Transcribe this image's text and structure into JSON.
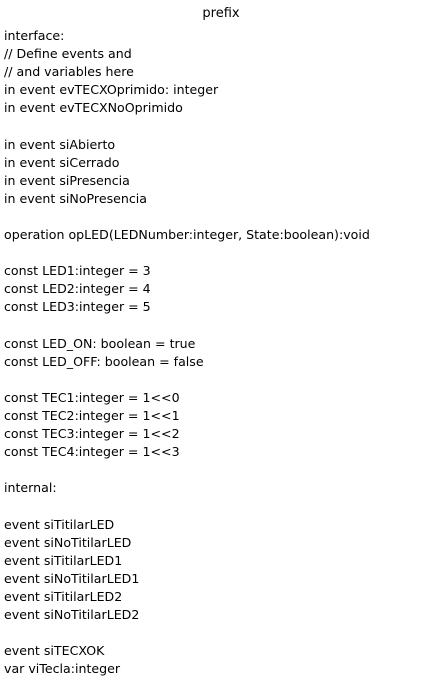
{
  "title": "prefix",
  "lines": [
    "interface:",
    "// Define events and",
    "// and variables here",
    "in event evTECXOprimido: integer",
    "in event evTECXNoOprimido",
    "",
    "in event siAbierto",
    "in event siCerrado",
    "in event siPresencia",
    "in event siNoPresencia",
    "",
    "operation opLED(LEDNumber:integer, State:boolean):void",
    "",
    "const LED1:integer = 3",
    "const LED2:integer = 4",
    "const LED3:integer = 5",
    "",
    "const LED_ON: boolean = true",
    "const LED_OFF: boolean = false",
    "",
    "const TEC1:integer = 1<<0",
    "const TEC2:integer = 1<<1",
    "const TEC3:integer = 1<<2",
    "const TEC4:integer = 1<<3",
    "",
    "internal:",
    "",
    "event siTitilarLED",
    "event siNoTitilarLED",
    "event siTitilarLED1",
    "event siNoTitilarLED1",
    "event siTitilarLED2",
    "event siNoTitilarLED2",
    "",
    "event siTECXOK",
    "var viTecla:integer"
  ]
}
